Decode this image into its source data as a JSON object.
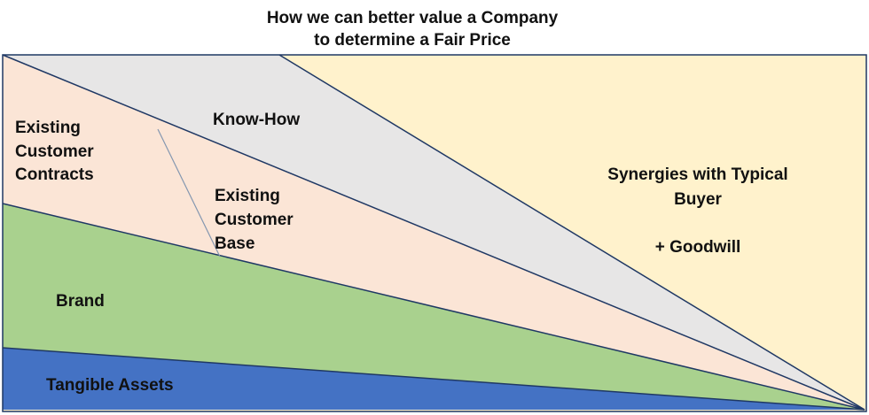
{
  "title": {
    "line1": "How we can better value a Company",
    "line2": "to determine a Fair Price"
  },
  "regions": {
    "tangible": {
      "label": "Tangible Assets",
      "color": "#4472c4"
    },
    "brand": {
      "label": "Brand",
      "color": "#a9d18e"
    },
    "contracts": {
      "lines": [
        "Existing",
        "Customer",
        "Contracts"
      ],
      "color": "#fbe5d6"
    },
    "customer_base": {
      "lines": [
        "Existing",
        "Customer",
        "Base"
      ]
    },
    "know_how": {
      "label": "Know-How",
      "color": "#e7e6e6"
    },
    "synergies": {
      "lines": [
        "Synergies with Typical",
        "Buyer"
      ],
      "goodwill": "+  Goodwill",
      "color": "#fff2cc"
    }
  },
  "colors": {
    "outline": "#1f3864"
  }
}
